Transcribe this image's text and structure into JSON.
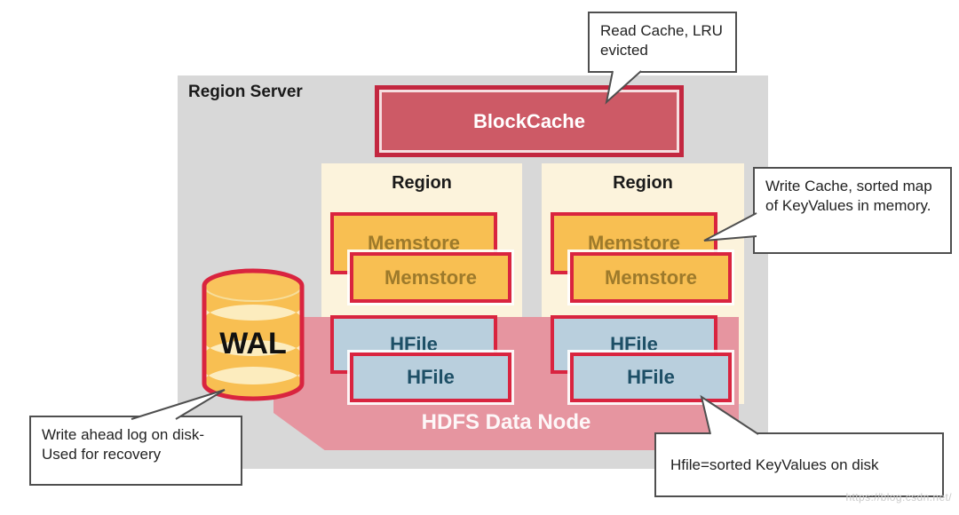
{
  "diagram": {
    "region_server": "Region Server",
    "blockcache": "BlockCache",
    "region": "Region",
    "memstore": "Memstore",
    "hfile": "HFile",
    "wal": "WAL",
    "hdfs": "HDFS Data Node"
  },
  "callouts": {
    "read_cache": "Read Cache, LRU evicted",
    "write_cache": "Write Cache, sorted map of KeyValues in memory.",
    "wal_note": "Write ahead log on disk- Used for recovery",
    "hfile_note": "Hfile=sorted KeyValues on disk"
  },
  "watermark": "https://blog.csdn.net/",
  "colors": {
    "container_gray": "#d8d8d8",
    "accent_red": "#d9243f",
    "blockcache_fill": "#cd5a66",
    "memstore_amber": "#f8bf52",
    "hfile_blue": "#b9cfdd",
    "region_cream": "#fcf3dc",
    "hdfs_pink": "#e695a0",
    "callout_border": "#4f4f4f"
  }
}
